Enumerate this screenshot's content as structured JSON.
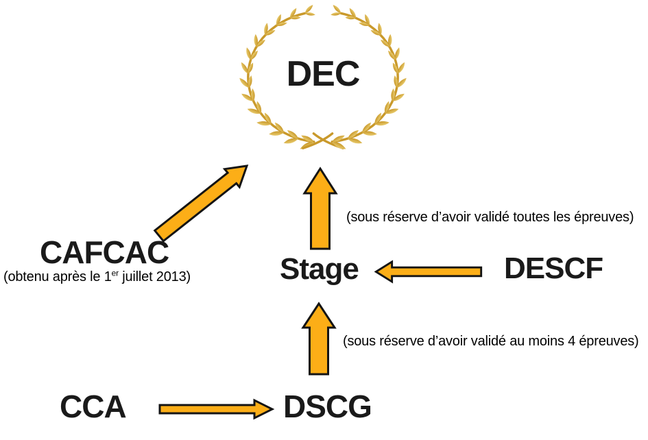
{
  "nodes": {
    "dec": "DEC",
    "cafcac": "CAFCAC",
    "stage": "Stage",
    "descf": "DESCF",
    "dscg": "DSCG",
    "cca": "CCA"
  },
  "notes": {
    "cafcac_prefix": "(obtenu après le 1",
    "cafcac_sup": "er",
    "cafcac_suffix": " juillet 2013)",
    "stage_to_dec": "(sous réserve d’avoir validé toutes les épreuves)",
    "dscg_to_stage": "(sous réserve d’avoir validé au moins 4 épreuves)"
  },
  "icons": {
    "wreath": "laurel-wreath-icon",
    "arrows": [
      "arrow-up-stage-to-dec",
      "arrow-diagonal-cafcac-to-dec",
      "arrow-left-descf-to-stage",
      "arrow-up-dscg-to-stage",
      "arrow-right-cca-to-dscg"
    ]
  },
  "colors": {
    "arrow_fill": "#FCAE17",
    "arrow_outline": "#141414",
    "wreath_gold_light": "#E9CC6F",
    "wreath_gold_dark": "#C9992B",
    "text": "#1A1A1A"
  }
}
